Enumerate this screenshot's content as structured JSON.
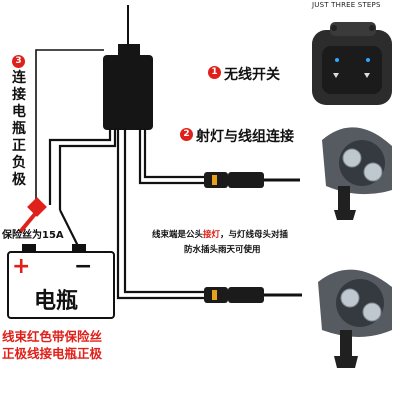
{
  "banner": {
    "text": "JUST THREE STEPS"
  },
  "steps": [
    {
      "number": "1",
      "label": "无线开关"
    },
    {
      "number": "2",
      "label": "射灯与线组连接"
    },
    {
      "number": "3",
      "label_chars": [
        "连",
        "接",
        "电",
        "瓶",
        "正",
        "负",
        "极"
      ]
    }
  ],
  "fuse_note": "保险丝为15A",
  "battery": {
    "label": "电瓶",
    "plus": "+",
    "minus": "−"
  },
  "harness_note": {
    "line1_prefix": "线束端是公头",
    "line1_highlight": "接灯",
    "line1_suffix": "，与灯线母头对插",
    "line2": "防水插头雨天可使用"
  },
  "bottom_caption": {
    "line1": "线束红色带保险丝",
    "line2": "正极线接电瓶正极"
  },
  "colors": {
    "accent_red": "#e0201a",
    "wire": "#111111",
    "light_body": "#5b6067"
  },
  "icons": [
    "wireless-remote-icon",
    "spotlight-icon",
    "connector-icon",
    "control-box-icon",
    "fuse-icon"
  ]
}
